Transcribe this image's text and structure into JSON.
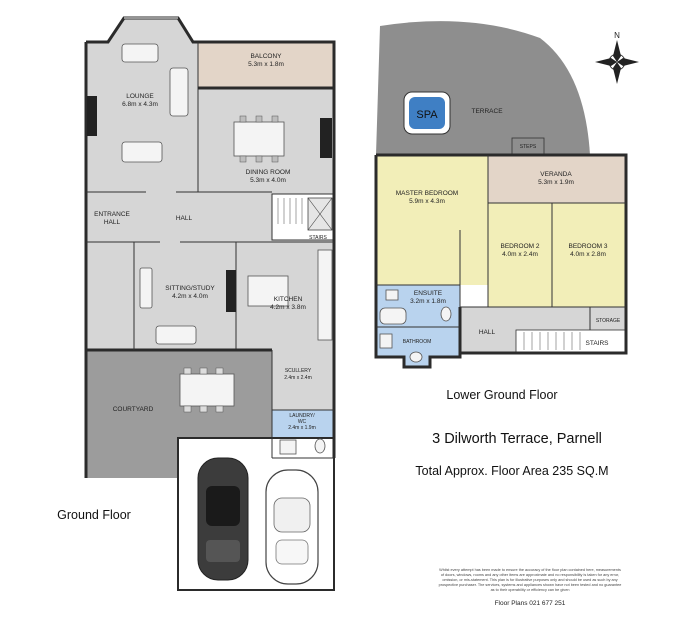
{
  "plan": {
    "address": "3 Dilworth Terrace, Parnell",
    "area": "Total Approx. Floor Area 235 SQ.M",
    "floor_labels": {
      "ground": "Ground Floor",
      "lower": "Lower Ground Floor"
    },
    "compass_letter": "N",
    "credit": "Floor Plans 021 677 251",
    "disclaimer": [
      "Whilst every attempt has been made to ensure the accuracy of the floor plan contained here, measurements",
      "of doors, windows, rooms and any other items are approximate and no responsibility is taken for any error,",
      "omission, or mis-statement. This plan is for illustrative purposes only and should be used as such by any",
      "prospective purchaser. The services, systems and appliances shown have not been tested and no guarantee",
      "as to their operability or efficiency can be given"
    ]
  },
  "ground_floor": {
    "lounge": {
      "name": "LOUNGE",
      "dims": "6.8m x 4.3m"
    },
    "balcony": {
      "name": "BALCONY",
      "dims": "5.3m x 1.8m"
    },
    "dining": {
      "name": "DINING ROOM",
      "dims": "5.3m x 4.0m"
    },
    "entrance": {
      "line1": "ENTRANCE",
      "line2": "HALL"
    },
    "hall": "HALL",
    "stairs": "STAIRS",
    "sitting": {
      "name": "SITTING/STUDY",
      "dims": "4.2m x 4.0m"
    },
    "kitchen": {
      "name": "KITCHEN",
      "dims": "4.2m x 3.8m"
    },
    "scullery": {
      "name": "SCULLERY",
      "dims": "2.4m x 2.4m"
    },
    "courtyard": "COURTYARD",
    "laundry": {
      "line1": "LAUNDRY/",
      "line2": "WC",
      "dims": "2.4m x 1.9m"
    }
  },
  "lower_floor": {
    "spa": "SPA",
    "terrace": "TERRACE",
    "steps": "STEPS",
    "veranda": {
      "name": "VERANDA",
      "dims": "5.3m x 1.9m"
    },
    "master": {
      "name": "MASTER BEDROOM",
      "dims": "5.9m x 4.3m"
    },
    "bed2": {
      "name": "BEDROOM 2",
      "dims": "4.0m x 2.4m"
    },
    "bed3": {
      "name": "BEDROOM 3",
      "dims": "4.0m x 2.8m"
    },
    "ensuite": {
      "name": "ENSUITE",
      "dims": "3.2m x 1.8m"
    },
    "bathroom": "BATHROOM",
    "hall": "HALL",
    "storage": "STORAGE",
    "stairs": "STAIRS"
  },
  "colors": {
    "room": "#d6d6d6",
    "courtyard": "#9c9c9c",
    "balcony": "#e3d5c8",
    "veranda": "#e3d5c8",
    "bedroom": "#f2eeb8",
    "bathroom": "#b9d3ee",
    "terrace": "#8e8e8e",
    "garage": "#ffffff",
    "wall": "#2b2b2b"
  }
}
